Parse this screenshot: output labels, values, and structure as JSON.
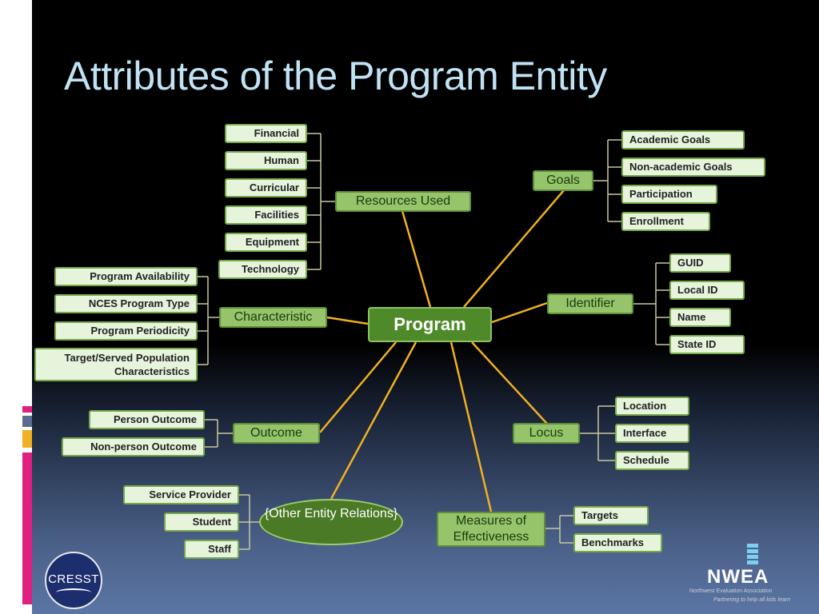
{
  "title": "Attributes of the Program Entity",
  "center": "Program",
  "other_relations": "{Other Entity Relations}",
  "resources": {
    "hub": "Resources Used",
    "items": [
      "Financial",
      "Human",
      "Curricular",
      "Facilities",
      "Equipment",
      "Technology"
    ]
  },
  "goals": {
    "hub": "Goals",
    "items": [
      "Academic Goals",
      "Non-academic Goals",
      "Participation",
      "Enrollment"
    ]
  },
  "identifier": {
    "hub": "Identifier",
    "items": [
      "GUID",
      "Local ID",
      "Name",
      "State ID"
    ]
  },
  "characteristic": {
    "hub": "Characteristic",
    "items": [
      "Program Availability",
      "NCES Program Type",
      "Program Periodicity",
      "Target/Served Population Characteristics"
    ]
  },
  "outcome": {
    "hub": "Outcome",
    "items": [
      "Person Outcome",
      "Non-person Outcome"
    ]
  },
  "locus": {
    "hub": "Locus",
    "items": [
      "Location",
      "Interface",
      "Schedule"
    ]
  },
  "relations": {
    "items": [
      "Service Provider",
      "Student",
      "Staff"
    ]
  },
  "measures": {
    "hub": "Measures of Effectiveness",
    "items": [
      "Targets",
      "Benchmarks"
    ]
  },
  "logos": {
    "cresst": "CRESST",
    "nwea": "NWEA",
    "nwea_sub": "Northwest Evaluation Association",
    "nwea_tagline": "Partnering to help all kids learn"
  },
  "colors": {
    "title": "#bfe3f5",
    "box_fill": "#e6f4dc",
    "hub_fill": "#95c46a",
    "center_fill": "#4e8a2a",
    "connector": "#f0b020"
  }
}
